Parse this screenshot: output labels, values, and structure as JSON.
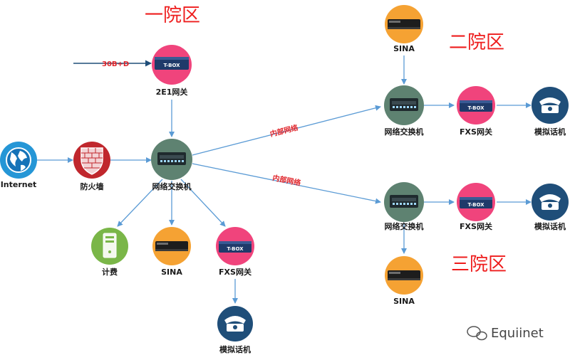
{
  "zones": {
    "zone1": "一院区",
    "zone2": "二院区",
    "zone3": "三院区"
  },
  "nodes": {
    "internet": "Internet",
    "firewall": "防火墙",
    "main_switch": "网络交换机",
    "e1_gateway": "2E1网关",
    "billing": "计费",
    "sina_main": "SINA",
    "fxs_main": "FXS网关",
    "phone_main": "模拟话机",
    "sina_zone2": "SINA",
    "switch_zone2": "网络交换机",
    "fxs_zone2": "FXS网关",
    "phone_zone2": "模拟话机",
    "switch_zone3": "网络交换机",
    "fxs_zone3": "FXS网关",
    "phone_zone3": "模拟话机",
    "sina_zone3": "SINA"
  },
  "device_text": {
    "tbox": "T-BOX"
  },
  "edges": {
    "trunk_label": "30B+D",
    "intranet_zone2": "内部网络",
    "intranet_zone3": "内部网络"
  },
  "watermark": "Equiinet",
  "colors": {
    "arrow": "#5b9bd5",
    "zone_text": "#ee1c1c",
    "switch_circle": "#5e8271",
    "sina_circle": "#f5a233",
    "fxs_circle": "#f0447c",
    "phone_circle": "#1f4e79",
    "internet_circle": "#2596d6",
    "firewall_circle": "#c0272d",
    "billing_circle": "#7ab648"
  }
}
